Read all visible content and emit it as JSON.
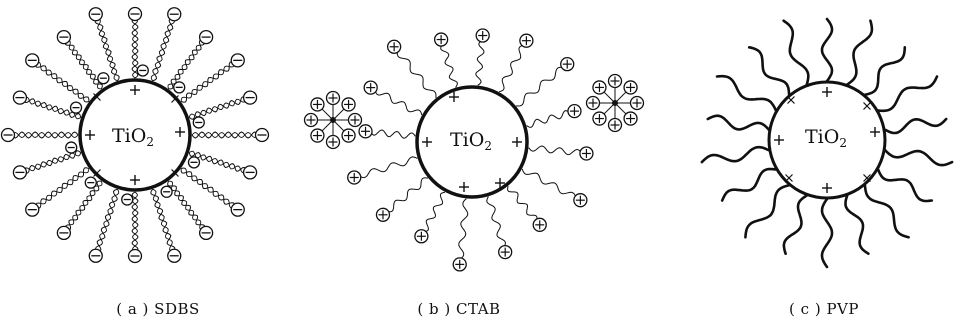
{
  "panels": [
    {
      "id": "a",
      "core_label": "TiO",
      "core_subscript": "2",
      "caption": "( a ) SDBS"
    },
    {
      "id": "b",
      "core_label": "TiO",
      "core_subscript": "2",
      "caption": "( b ) CTAB"
    },
    {
      "id": "c",
      "core_label": "TiO",
      "core_subscript": "2",
      "caption": "( c ) PVP"
    }
  ],
  "colors": {
    "ink": "#111111",
    "background": "#ffffff"
  }
}
